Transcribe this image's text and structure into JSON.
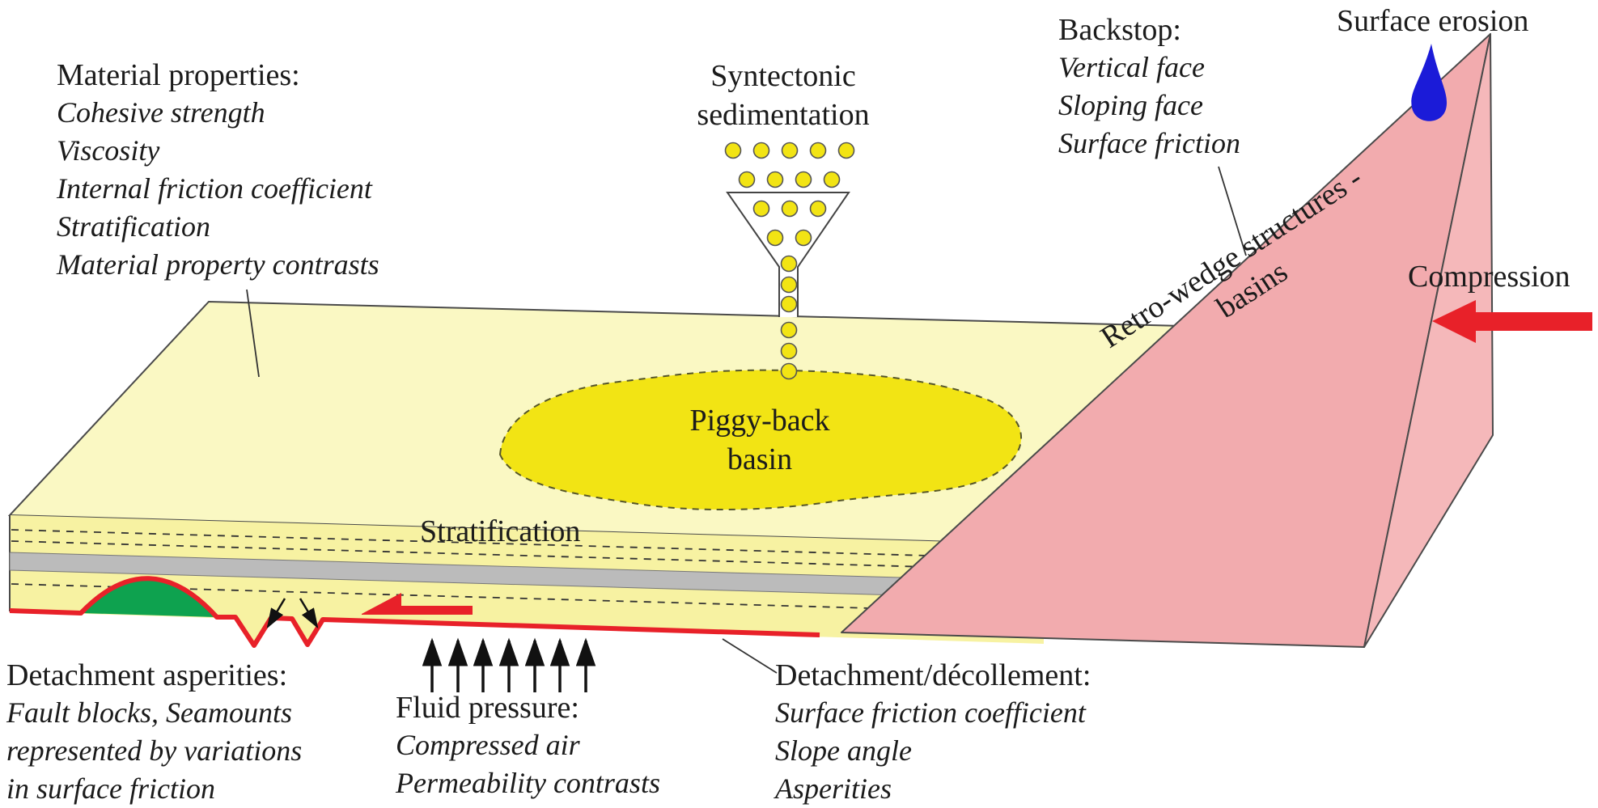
{
  "colors": {
    "slab_top": "#FAF8C3",
    "slab_front": "#F7F2A2",
    "basin_yellow": "#F2E414",
    "backstop_pink": "#F2ABAE",
    "backstop_pink_side": "#F5B8BA",
    "dome_green": "#0EA24F",
    "red": "#E82129",
    "blue": "#1B1BD8",
    "band_gray": "#BBBBBB"
  },
  "labels": {
    "material_properties": {
      "title": "Material properties:",
      "items": [
        "Cohesive strength",
        "Viscosity",
        "Internal friction coefficient",
        "Stratification",
        "Material property contrasts"
      ]
    },
    "syntectonic": {
      "line1": "Syntectonic",
      "line2": "sedimentation"
    },
    "backstop": {
      "title": "Backstop:",
      "items": [
        "Vertical face",
        "Sloping face",
        "Surface friction"
      ]
    },
    "surface_erosion": "Surface erosion",
    "compression": "Compression",
    "retro_wedge": {
      "line1": "Retro-wedge structures -",
      "line2": "basins"
    },
    "piggyback": {
      "line1": "Piggy-back",
      "line2": "basin"
    },
    "stratification": "Stratification",
    "detachment_asperities": {
      "title": "Detachment asperities:",
      "items": [
        "Fault blocks, Seamounts",
        "represented by variations",
        "in surface friction"
      ]
    },
    "fluid_pressure": {
      "title": "Fluid pressure:",
      "items": [
        "Compressed air",
        "Permeability contrasts"
      ]
    },
    "decollement": {
      "title": "Detachment/décollement:",
      "items": [
        "Surface friction coefficient",
        "Slope angle",
        "Asperities"
      ]
    }
  }
}
